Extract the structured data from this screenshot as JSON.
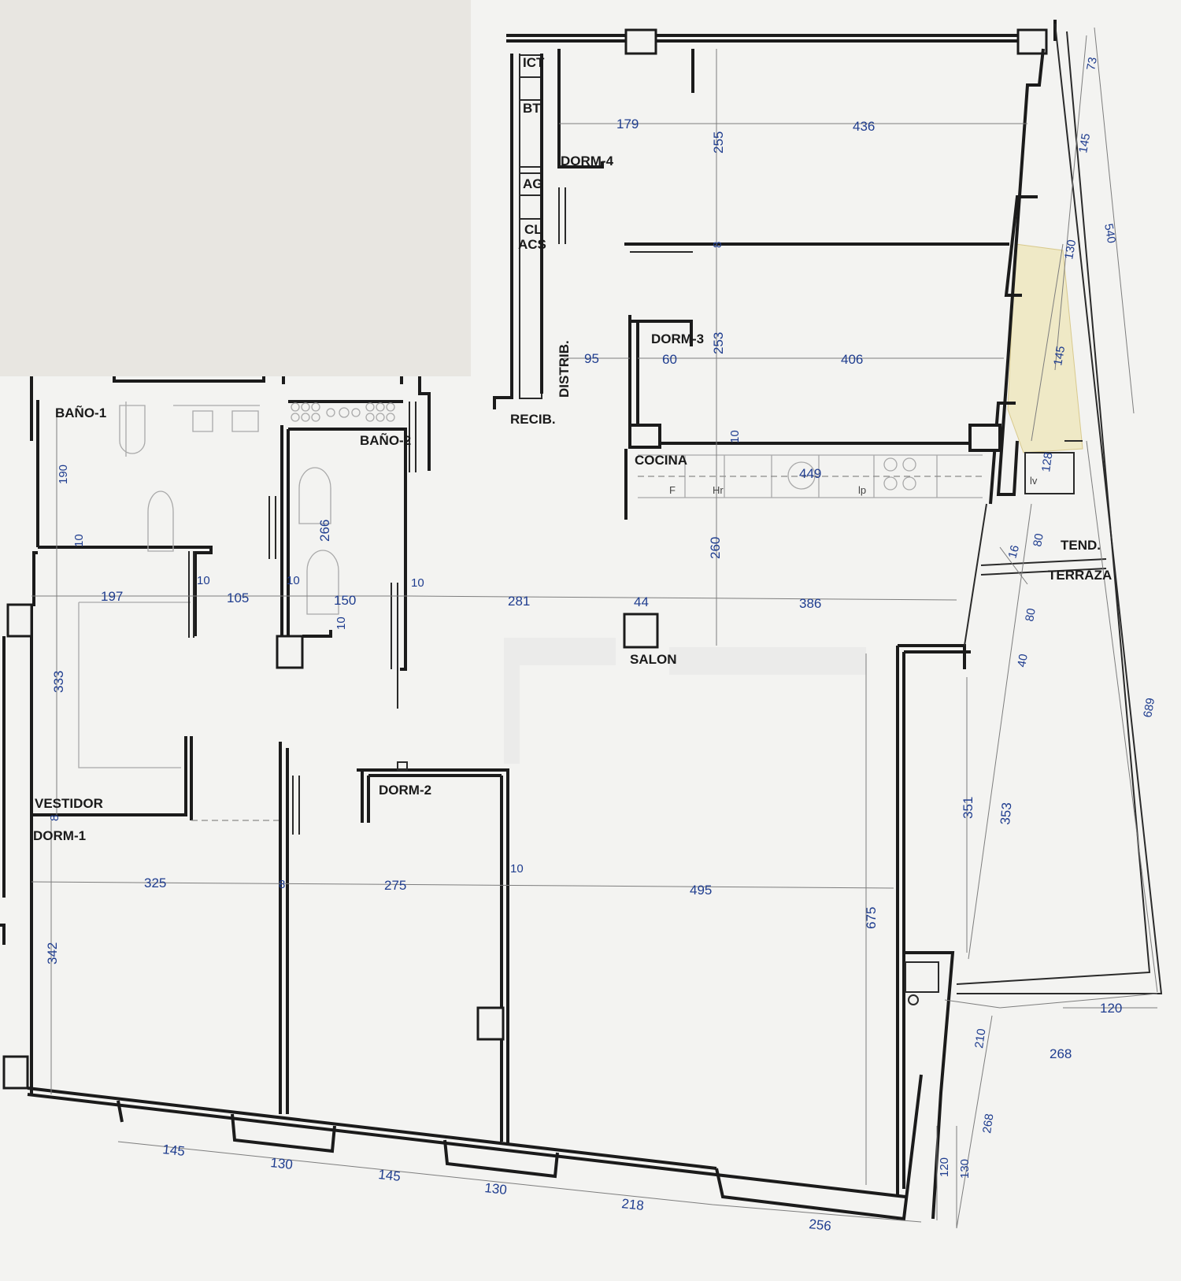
{
  "rooms": {
    "ict": "ICT",
    "bt": "BT",
    "ag": "AG",
    "cl": "CL",
    "acs": "ACS",
    "dorm4": "DORM-4",
    "dorm3": "DORM-3",
    "dorm2": "DORM-2",
    "dorm1": "DORM-1",
    "distrib": "DISTRIB.",
    "recib": "RECIB.",
    "cocina": "COCINA",
    "salon": "SALON",
    "bano1": "BAÑO-1",
    "bano2": "BAÑO-2",
    "vestidor": "VESTIDOR",
    "tend": "TEND.",
    "terraza": "TERRAZA"
  },
  "appliances": {
    "f": "F",
    "hr": "Hr",
    "lp": "lp",
    "lv": "lv"
  },
  "dimensions": {
    "d179": "179",
    "d436": "436",
    "d255": "255",
    "d73": "73",
    "d145a": "145",
    "d540": "540",
    "d130a": "130",
    "d8a": "8",
    "d95": "95",
    "d60": "60",
    "d253": "253",
    "d406": "406",
    "d145b": "145",
    "d10a": "10",
    "d449": "449",
    "d128": "128",
    "d190": "190",
    "d10b": "10",
    "d266": "266",
    "d197": "197",
    "d10c": "10",
    "d105": "105",
    "d10d": "10",
    "d150": "150",
    "d10e": "10",
    "d10f": "10",
    "d281": "281",
    "d44": "44",
    "d386": "386",
    "d260": "260",
    "d16": "16",
    "d80a": "80",
    "d80b": "80",
    "d40": "40",
    "d333": "333",
    "d689": "689",
    "d8b": "8",
    "d351": "351",
    "d353": "353",
    "d325": "325",
    "d8c": "8",
    "d275": "275",
    "d10g": "10",
    "d495": "495",
    "d675": "675",
    "d342": "342",
    "d120a": "120",
    "d210": "210",
    "d268a": "268",
    "d268b": "268",
    "d145c": "145",
    "d130b": "130",
    "d145d": "145",
    "d130c": "130",
    "d218": "218",
    "d256": "256",
    "d120b": "120",
    "d130d": "130"
  }
}
